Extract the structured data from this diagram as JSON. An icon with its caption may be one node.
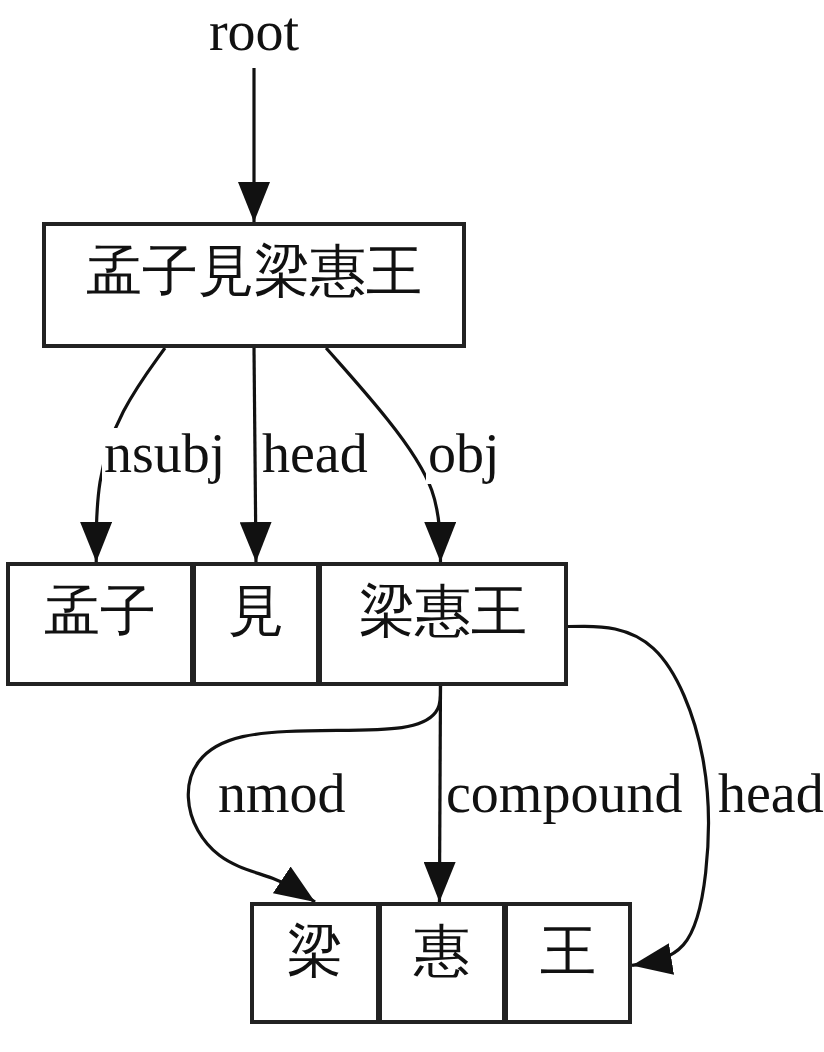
{
  "diagram": {
    "nodes": [
      {
        "text": [
          "root"
        ]
      },
      {
        "text": [
          "孟子見梁惠王"
        ]
      },
      {
        "text": [
          "孟子"
        ]
      },
      {
        "text": [
          "見"
        ]
      },
      {
        "text": [
          "梁惠王"
        ]
      },
      {
        "text": [
          "梁"
        ]
      },
      {
        "text": [
          "惠"
        ]
      },
      {
        "text": [
          "王"
        ]
      }
    ],
    "edges": [
      {
        "from": 0,
        "to": 1,
        "arrow": "to"
      },
      {
        "from": 1,
        "to": 2,
        "arrow": "to",
        "label": "nsubj"
      },
      {
        "from": 1,
        "to": 3,
        "arrow": "to",
        "label": "head"
      },
      {
        "from": 1,
        "to": 4,
        "arrow": "to",
        "label": "obj"
      },
      {
        "from": 4,
        "to": 5,
        "arrow": "to",
        "label": "nmod"
      },
      {
        "from": 4,
        "to": 6,
        "arrow": "to",
        "label": "compound"
      },
      {
        "from": 4,
        "to": 7,
        "arrow": "to",
        "label": "head"
      }
    ]
  }
}
